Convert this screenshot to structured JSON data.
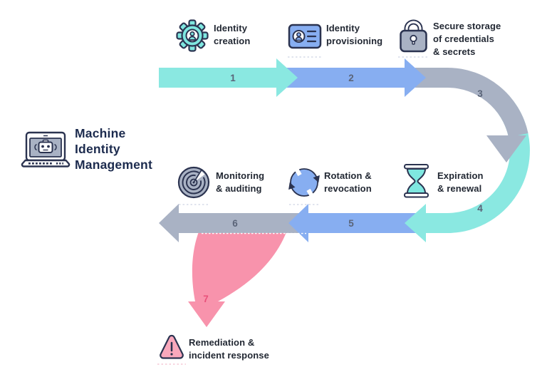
{
  "title": {
    "text": "Machine Identity Management",
    "lines": [
      "Machine",
      "Identity",
      "Management"
    ]
  },
  "steps": [
    {
      "num": "1",
      "label": "Identity creation",
      "lines": [
        "Identity",
        "creation"
      ],
      "icon": "gear-user-icon",
      "arrow_color": "#8AE8E1"
    },
    {
      "num": "2",
      "label": "Identity provisioning",
      "lines": [
        "Identity",
        "provisioning"
      ],
      "icon": "id-card-icon",
      "arrow_color": "#87AEF1"
    },
    {
      "num": "3",
      "label": "Secure storage of credentials & secrets",
      "lines": [
        "Secure storage",
        "of credentials",
        "& secrets"
      ],
      "icon": "padlock-icon",
      "arrow_color": "#A9B2C4"
    },
    {
      "num": "4",
      "label": "Expiration & renewal",
      "lines": [
        "Expiration",
        "& renewal"
      ],
      "icon": "hourglass-icon",
      "arrow_color": "#8AE8E1"
    },
    {
      "num": "5",
      "label": "Rotation & revocation",
      "lines": [
        "Rotation &",
        "revocation"
      ],
      "icon": "rotation-arrows-icon",
      "arrow_color": "#87AEF1"
    },
    {
      "num": "6",
      "label": "Monitoring & auditing",
      "lines": [
        "Monitoring",
        "& auditing"
      ],
      "icon": "radar-icon",
      "arrow_color": "#A9B2C4"
    },
    {
      "num": "7",
      "label": "Remediation & incident response",
      "lines": [
        "Remediation &",
        "incident response"
      ],
      "icon": "warning-triangle-icon",
      "arrow_color": "#F893AC"
    }
  ],
  "colors": {
    "teal": "#8AE8E1",
    "blue": "#87AEF1",
    "gray": "#A9B2C4",
    "pink": "#F893AC",
    "outline_navy": "#2B3350",
    "number": "#5A6478",
    "number_7": "#E8517A",
    "label_text": "#222833",
    "title_text": "#1C2B4E",
    "icon_teal": "#7FE7E0",
    "icon_pink": "#F9A8BC"
  }
}
